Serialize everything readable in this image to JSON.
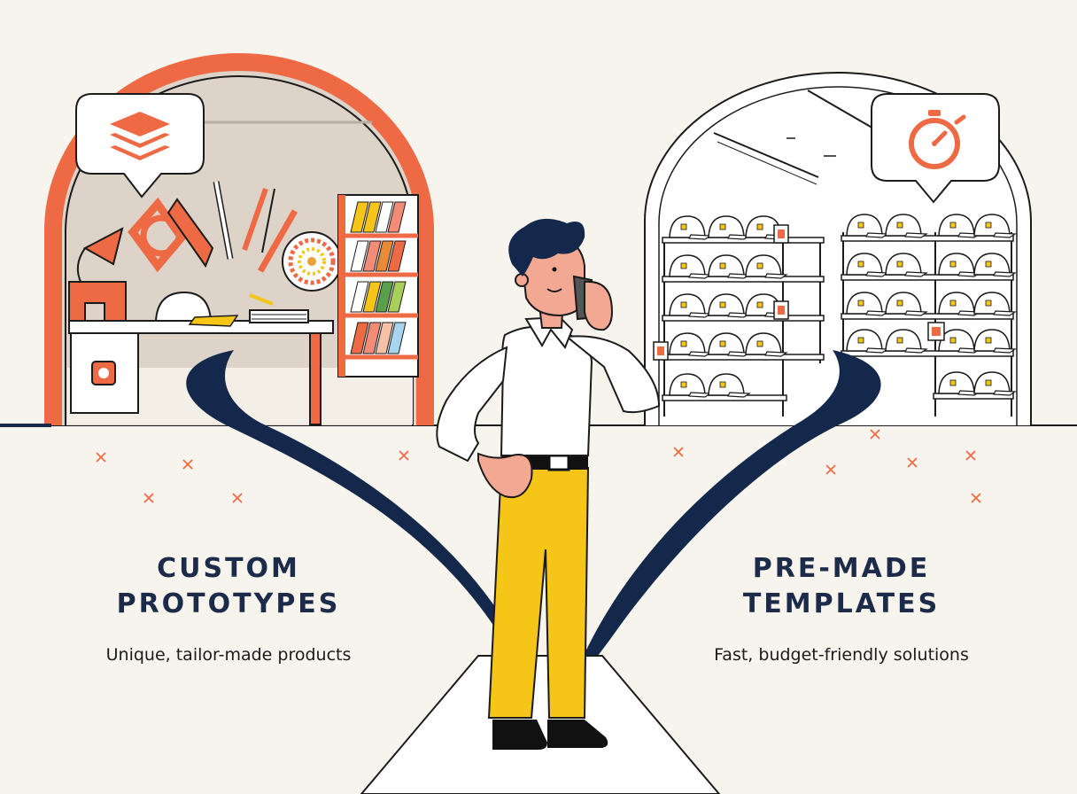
{
  "left_option": {
    "title_line1": "CUSTOM",
    "title_line2": "PROTOTYPES",
    "subtitle": "Unique, tailor-made products",
    "icon": "layers-icon"
  },
  "right_option": {
    "title_line1": "PRE-MADE",
    "title_line2": "TEMPLATES",
    "subtitle": "Fast, budget-friendly solutions",
    "icon": "stopwatch-icon"
  },
  "colors": {
    "accent_orange": "#ee6a45",
    "navy": "#13284a",
    "pants_yellow": "#f5c518",
    "background": "#f6f4ec"
  }
}
